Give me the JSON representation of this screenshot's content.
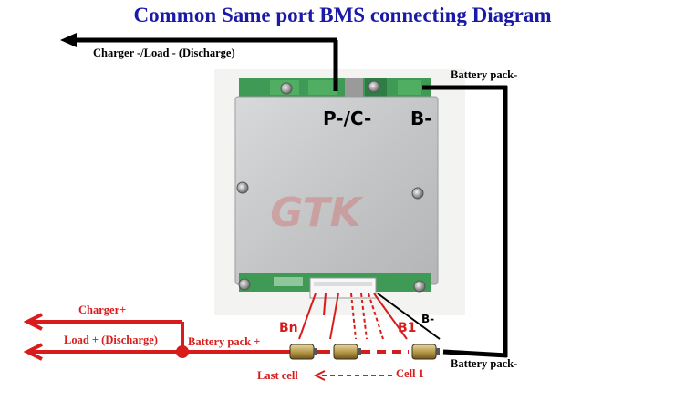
{
  "title": "Common Same port BMS connecting Diagram",
  "labels": {
    "charger_load_minus": "Charger -/Load - (Discharge)",
    "battery_pack_minus_top": "Battery pack-",
    "battery_pack_minus_bottom": "Battery pack-",
    "charger_plus": "Charger+",
    "load_plus": "Load + (Discharge)",
    "battery_pack_plus": "Battery pack +",
    "last_cell": "Last cell",
    "cell_1": "Cell 1"
  },
  "board_markings": {
    "pc_minus": "P-/C-",
    "b_minus": "B-",
    "b_minus_small": "B-",
    "bn": "Bn",
    "b1": "B1"
  },
  "watermark": "GTK",
  "colors": {
    "title": "#1a1aa6",
    "positive_wire": "#d81c1c",
    "negative_wire": "#000000",
    "board_plate": "#c9cbcc"
  }
}
